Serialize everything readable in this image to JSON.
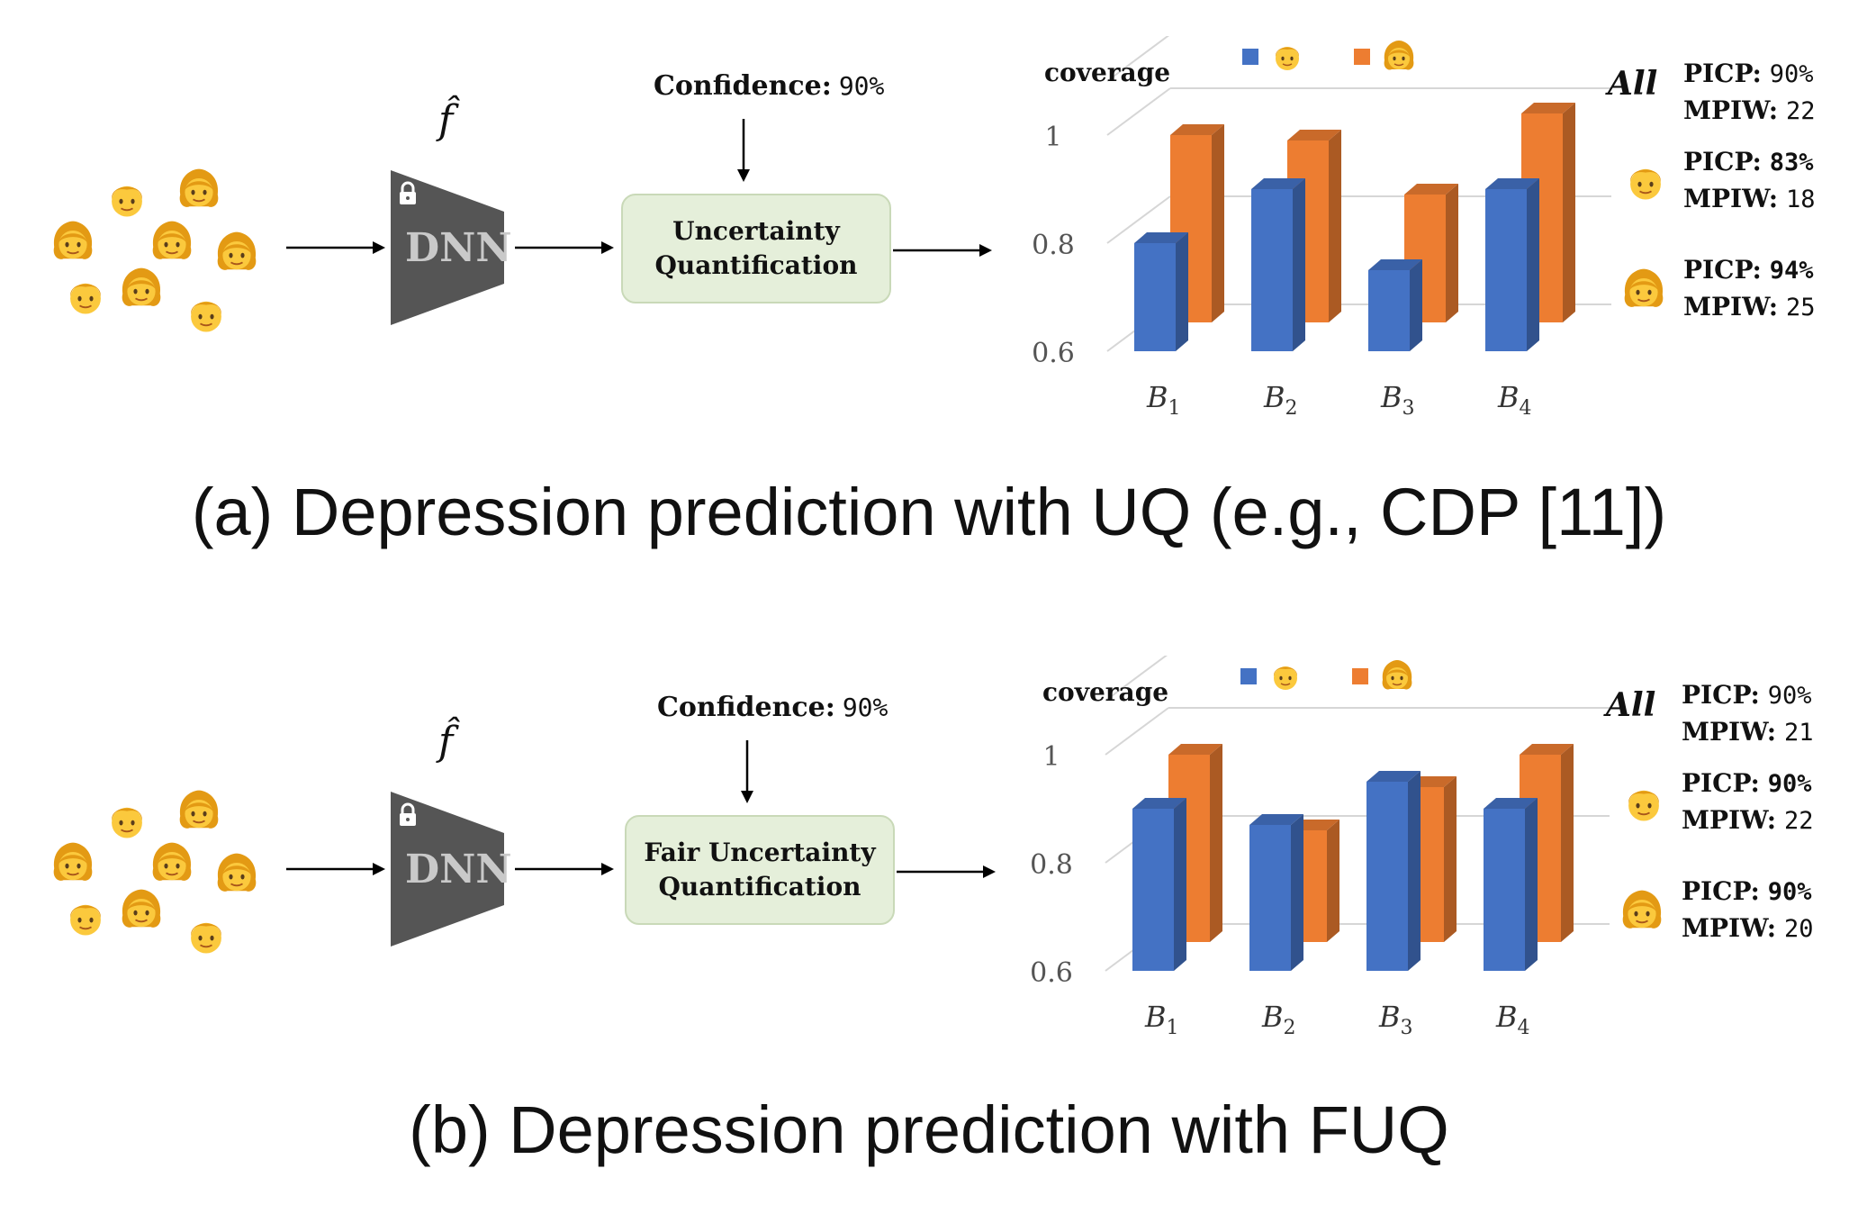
{
  "panels": [
    {
      "id": "a",
      "model_symbol": "f̂",
      "model_label": "DNN",
      "confidence_label": "Confidence:",
      "confidence_value": "90%",
      "uq_box_lines": [
        "Uncertainty",
        "Quantification"
      ],
      "caption": "(a) Depression prediction with UQ (e.g., CDP [11])",
      "stats": {
        "all_label": "All",
        "all": {
          "picp_label": "PICP:",
          "picp": "90%",
          "mpiw_label": "MPIW:",
          "mpiw": "22"
        },
        "group_male": {
          "picp_label": "PICP:",
          "picp": "83%",
          "mpiw_label": "MPIW:",
          "mpiw": "18"
        },
        "group_female": {
          "picp_label": "PICP:",
          "picp": "94%",
          "mpiw_label": "MPIW:",
          "mpiw": "25"
        }
      },
      "chart_data": {
        "type": "bar",
        "ylabel": "coverage",
        "ylim": [
          0.6,
          1.0
        ],
        "yticks": [
          "0.6",
          "0.8",
          "1"
        ],
        "categories": [
          "B1",
          "B2",
          "B3",
          "B4"
        ],
        "series": [
          {
            "legend_icon": "man-face-icon",
            "color": "#4472c4",
            "values": [
              0.8,
              0.9,
              0.75,
              0.9
            ]
          },
          {
            "legend_icon": "woman-face-icon",
            "color": "#ed7d31",
            "values": [
              1.0,
              0.99,
              0.89,
              1.04
            ]
          }
        ]
      }
    },
    {
      "id": "b",
      "model_symbol": "f̂",
      "model_label": "DNN",
      "confidence_label": "Confidence:",
      "confidence_value": "90%",
      "uq_box_lines": [
        "Fair Uncertainty",
        "Quantification"
      ],
      "caption": "(b) Depression prediction with FUQ",
      "stats": {
        "all_label": "All",
        "all": {
          "picp_label": "PICP:",
          "picp": "90%",
          "mpiw_label": "MPIW:",
          "mpiw": "21"
        },
        "group_male": {
          "picp_label": "PICP:",
          "picp": "90%",
          "mpiw_label": "MPIW:",
          "mpiw": "22"
        },
        "group_female": {
          "picp_label": "PICP:",
          "picp": "90%",
          "mpiw_label": "MPIW:",
          "mpiw": "20"
        }
      },
      "chart_data": {
        "type": "bar",
        "ylabel": "coverage",
        "ylim": [
          0.6,
          1.0
        ],
        "yticks": [
          "0.6",
          "0.8",
          "1"
        ],
        "categories": [
          "B1",
          "B2",
          "B3",
          "B4"
        ],
        "series": [
          {
            "legend_icon": "man-face-icon",
            "color": "#4472c4",
            "values": [
              0.9,
              0.87,
              0.95,
              0.9
            ]
          },
          {
            "legend_icon": "woman-face-icon",
            "color": "#ed7d31",
            "values": [
              1.0,
              0.86,
              0.94,
              1.0
            ]
          }
        ]
      }
    }
  ],
  "crowd_icons": [
    "man-face-icon",
    "woman-face-icon"
  ],
  "colors": {
    "bar_blue": "#4472c4",
    "bar_orange": "#ed7d31",
    "dnn_gray": "#555555",
    "uq_box": "#e5efda"
  }
}
